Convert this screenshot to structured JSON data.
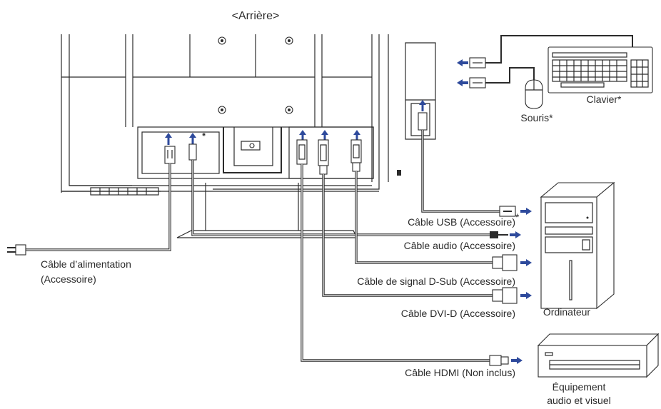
{
  "title": "<Arrière>",
  "labels": {
    "usb": "Câble USB (Accessoire)",
    "usb_note": "*",
    "audio": "Câble audio (Accessoire)",
    "dsub": "Câble de signal D-Sub (Accessoire)",
    "dvi": "Câble DVI-D (Accessoire)",
    "hdmi": "Câble HDMI (Non inclus)",
    "power_line1": "Câble d’alimentation",
    "power_line2": "(Accessoire)",
    "computer": "Ordinateur",
    "av_line1": "Équipement",
    "av_line2": "audio et visuel",
    "mouse": "Souris*",
    "keyboard": "Clavier*"
  },
  "colors": {
    "line": "#2b2b2b",
    "arrow": "#2e4a9c"
  }
}
